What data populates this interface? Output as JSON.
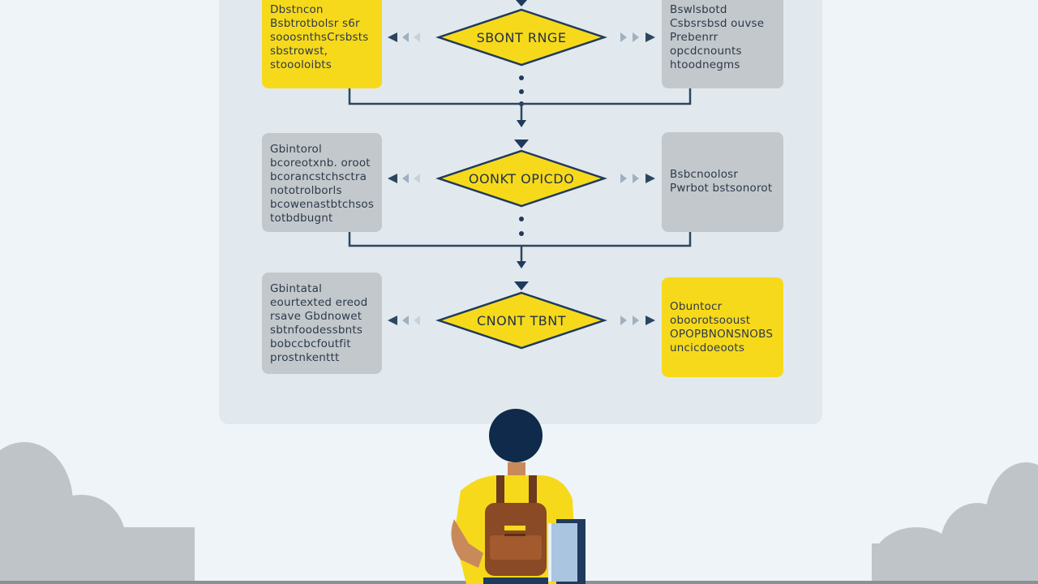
{
  "decisions": [
    {
      "label": "SBONT RNGE"
    },
    {
      "label": "OONKT OPICDO"
    },
    {
      "label": "CNONT TBNT"
    }
  ],
  "boxes": {
    "row1_left": [
      "Dbstncon",
      "Bsbtrotbolsr s6r",
      "sooosnthsCrsbsts",
      "sbstrowst,",
      "stoooloibts"
    ],
    "row1_right": [
      "Bswlsbotd",
      "Csbsrsbsd ouvse",
      "Prebenrr",
      "opcdcnounts",
      "htoodnegms"
    ],
    "row2_left": [
      "Gbintorol",
      "bcoreotxnb. oroot",
      "bcorancstchsctra",
      "nototrolborls",
      "bcowenastbtchsos",
      "totbdbugnt"
    ],
    "row2_right": [
      "Bsbcnoolosr",
      "Pwrbot  bstsonorot"
    ],
    "row3_left": [
      "Gbintatal",
      "eourtexted  ereod",
      "rsave Gbdnowet",
      "sbtnfoodessbnts",
      "bobccbcfoutfit",
      "prostnkenttt"
    ],
    "row3_right": [
      "Obuntocr",
      "oboorotsooust",
      "OPOPBNONSNOBS",
      "uncicdoeoots"
    ]
  },
  "colors": {
    "yellow": "#f7d91c",
    "gray": "#c3c8cc",
    "navy": "#1f3a5c",
    "panel": "#e2e9ee"
  }
}
